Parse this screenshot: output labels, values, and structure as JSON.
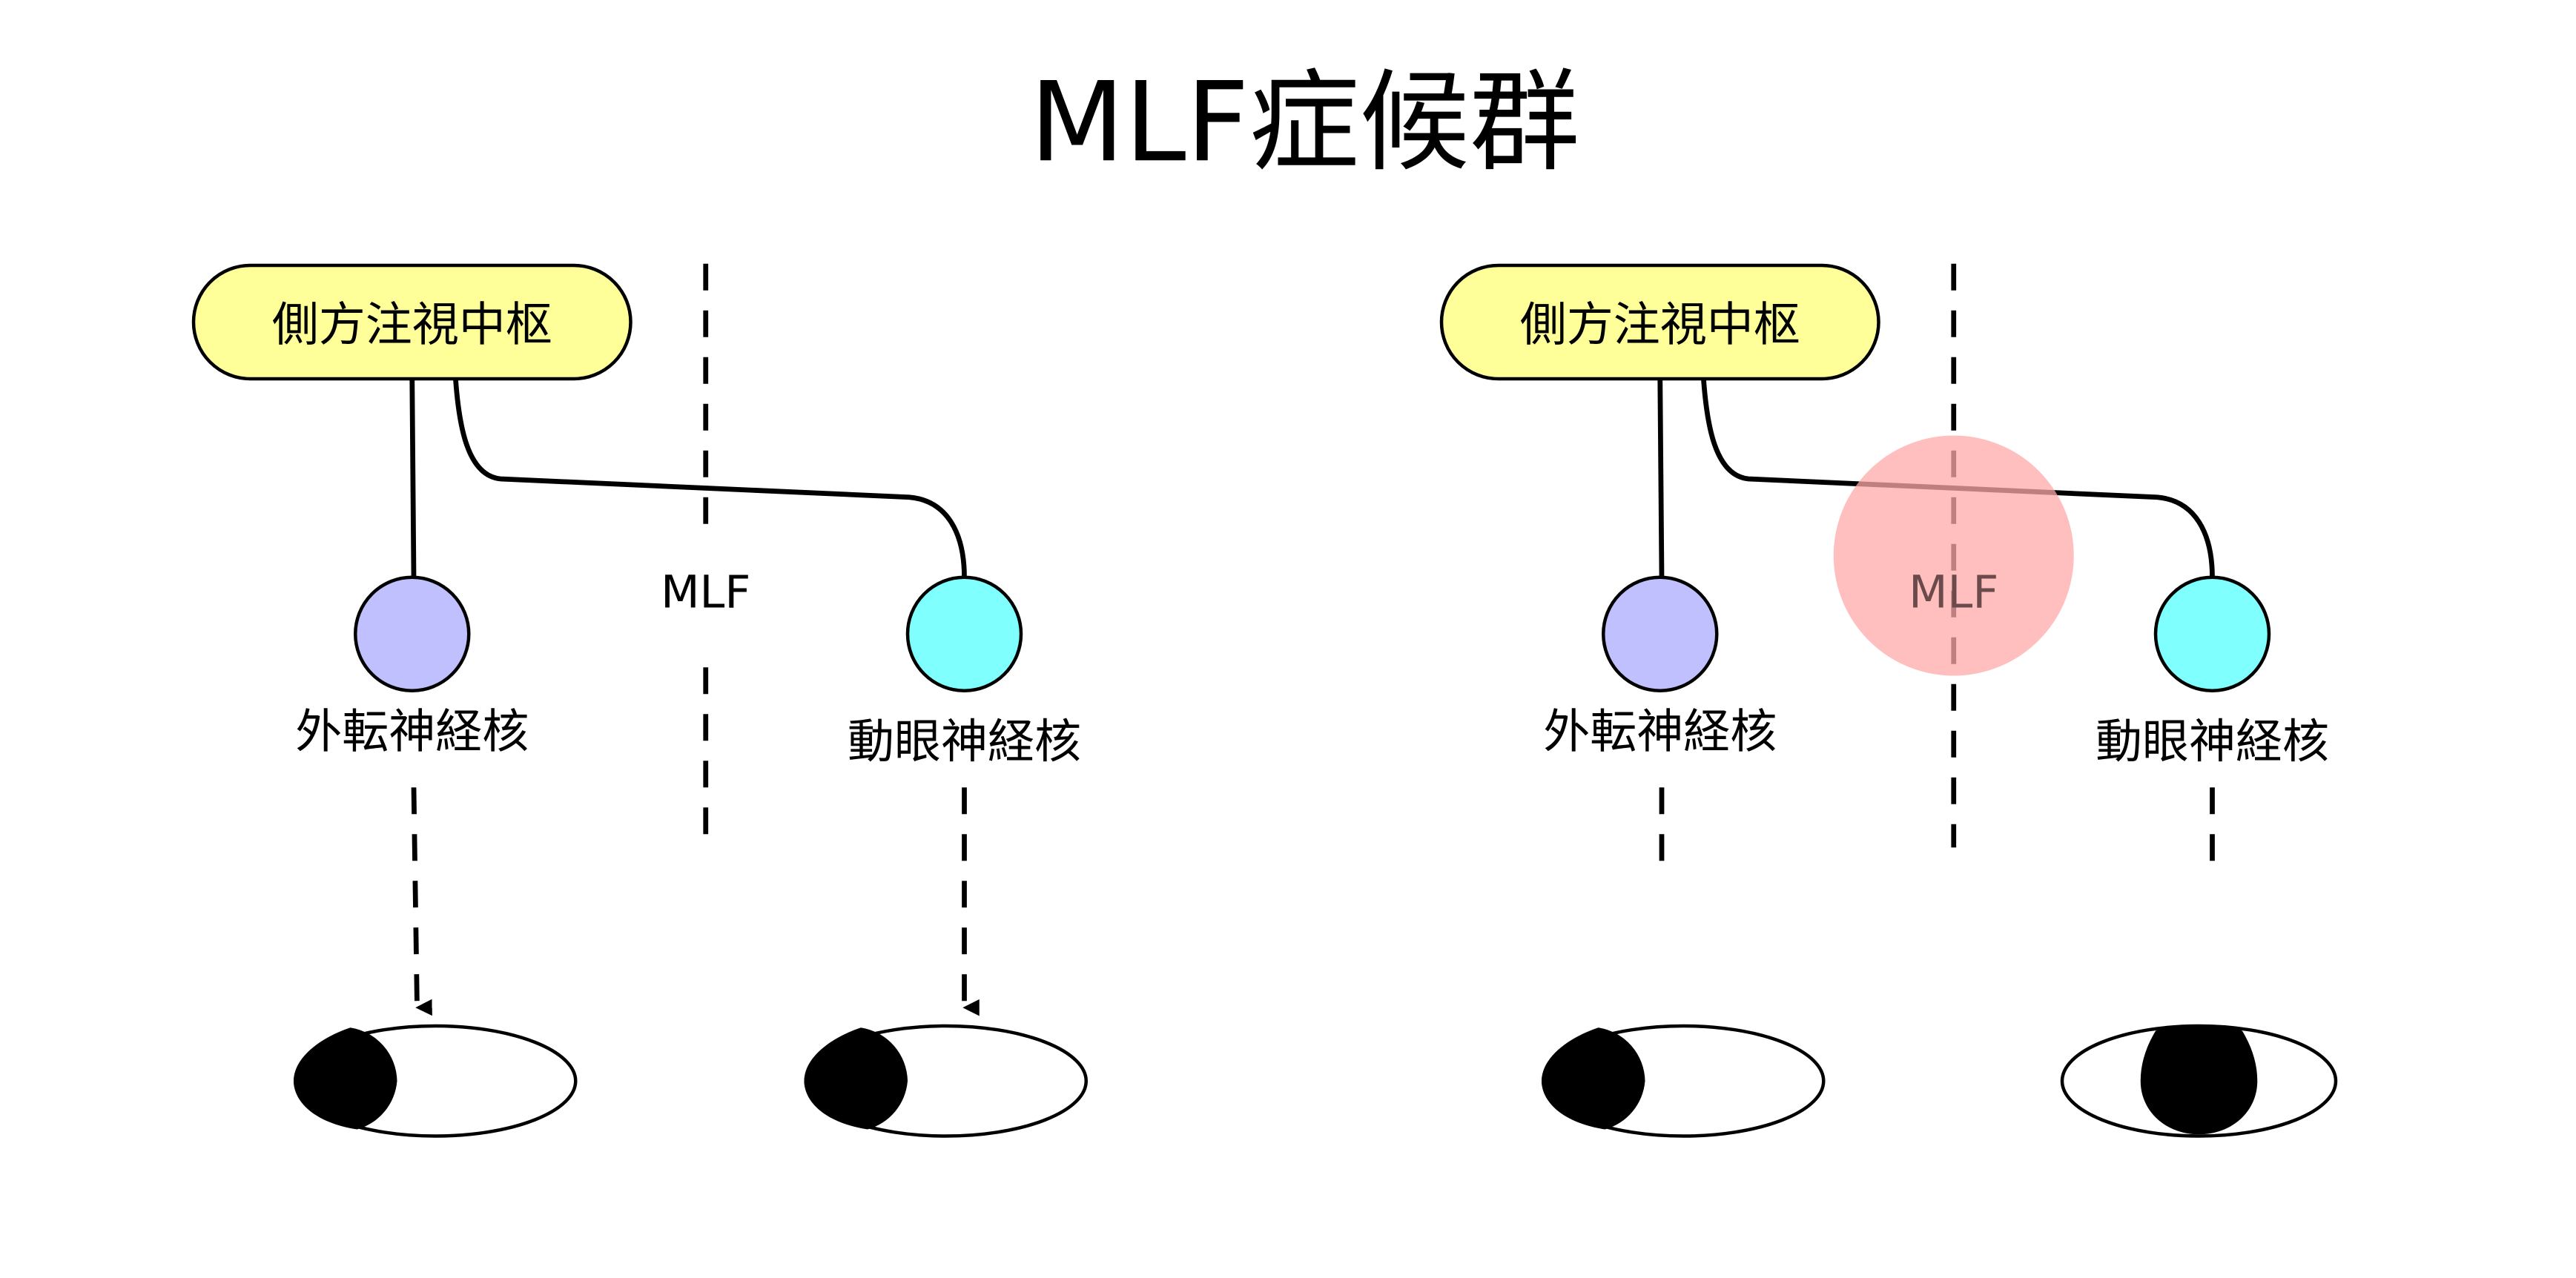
{
  "title": "MLF症候群",
  "colors": {
    "center_fill": "#ffff99",
    "abducens_fill": "#c0c0ff",
    "oculomotor_fill": "#80ffff",
    "lesion_fill": "#ffaaaa",
    "line": "#000000"
  },
  "panels": [
    {
      "id": "normal",
      "center_label": "側方注視中枢",
      "mlf_label": "MLF",
      "abducens_label": "外転神経核",
      "oculomotor_label": "動眼神経核",
      "lesion": false,
      "left_eye_gaze": "left",
      "right_eye_gaze": "left"
    },
    {
      "id": "lesion",
      "center_label": "側方注視中枢",
      "mlf_label": "MLF",
      "abducens_label": "外転神経核",
      "oculomotor_label": "動眼神経核",
      "lesion": true,
      "left_eye_gaze": "left",
      "right_eye_gaze": "center"
    }
  ]
}
